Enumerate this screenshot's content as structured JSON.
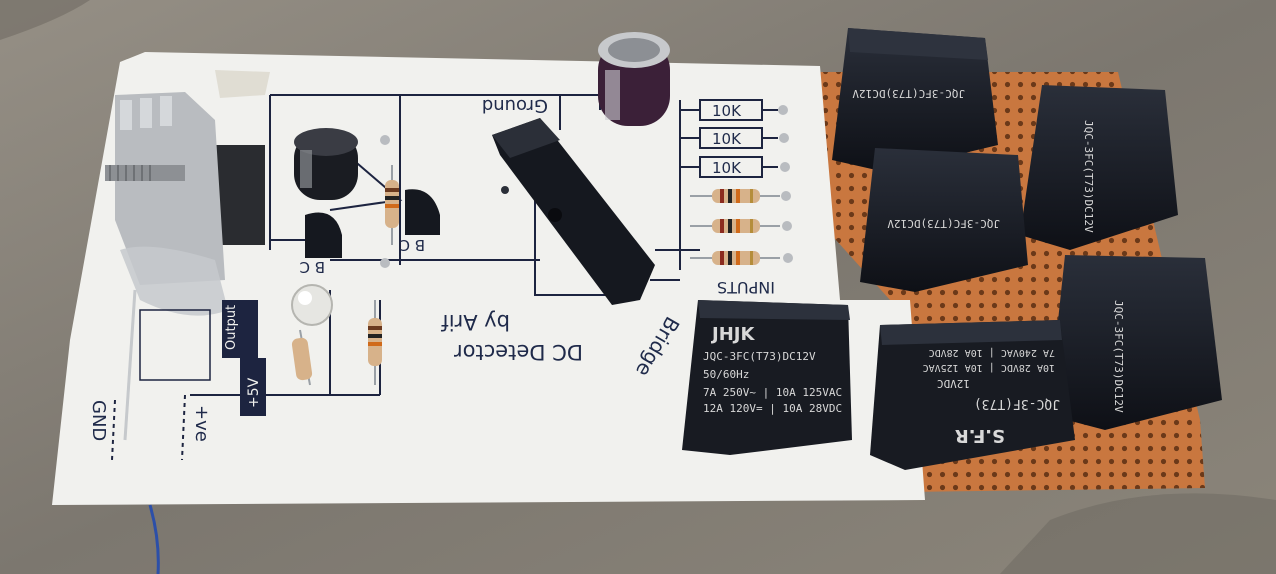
{
  "board_labels": {
    "ground": "Ground",
    "inputs": "INPUTS",
    "title": "DC Detector",
    "author": "by Arif",
    "bridge": "Bridge",
    "output": "Output",
    "plus5v": "+5V",
    "gnd": "GND",
    "plus_ve": "+ve",
    "b_c_left": "B C",
    "b_c_right": "B C"
  },
  "resistor_labels": [
    "10K",
    "10K",
    "10K"
  ],
  "relay_front": {
    "brand": "JHJK",
    "model": "JQC-3FC(T73)DC12V",
    "freq": "50/60Hz",
    "line1": "7A 250V~ | 10A 125VAC",
    "line2": "12A 120V= | 10A 28VDC"
  },
  "relay_sfr": {
    "brand": "S.F.R",
    "model": "JQC-3F(T73)",
    "rating1": "7A 240VAC | 10A 28VDC",
    "rating2": "10A 28VDC | 10A 125VAC",
    "rating3": "12VDC"
  },
  "colors": {
    "paper": "#f1f1ee",
    "perfboard": "#c9773f",
    "relay": "#15181f",
    "heatsink": "#b9bcc0",
    "trace": "#1d2440"
  }
}
